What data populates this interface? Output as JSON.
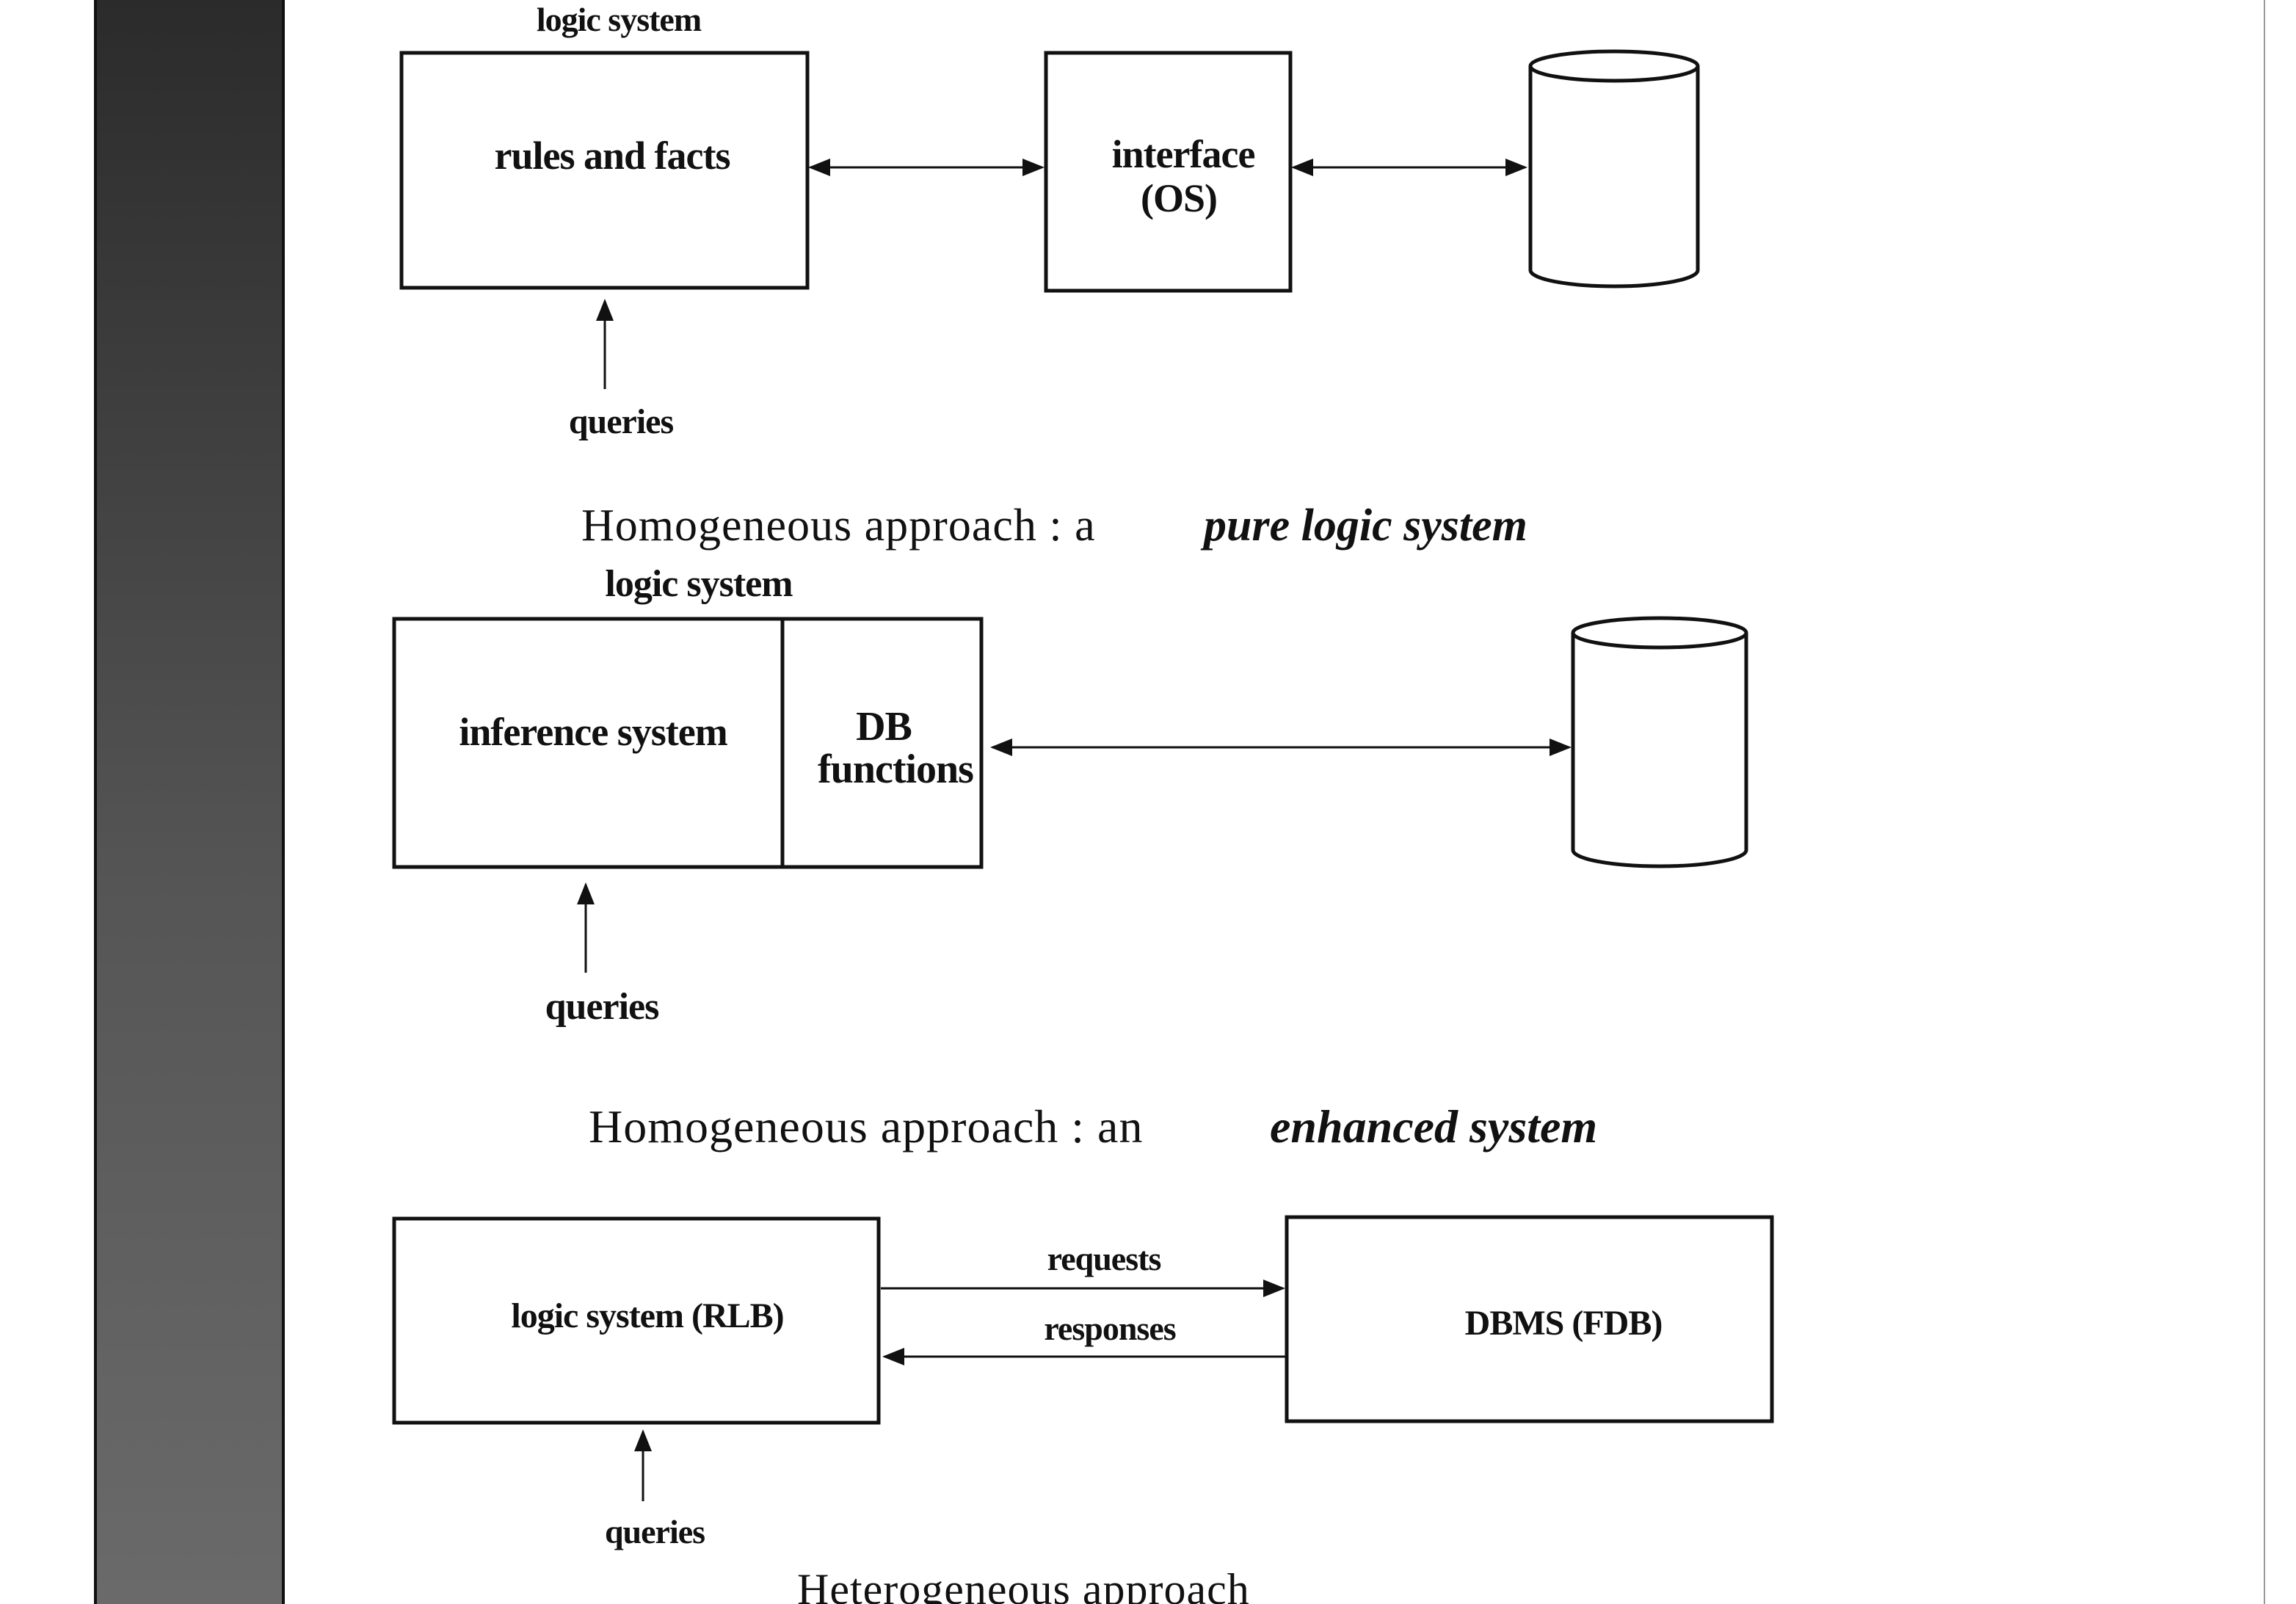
{
  "diagram1": {
    "container_label": "logic system",
    "rules_box": "rules and facts",
    "interface_line1": "interface",
    "interface_line2": "(OS)",
    "queries": "queries",
    "caption_prefix": "Homogeneous approach : a",
    "caption_emphasis": "pure logic system"
  },
  "diagram2": {
    "container_label": "logic system",
    "inference_box": "inference system",
    "db_line1": "DB",
    "db_line2": "functions",
    "queries": "queries",
    "caption_prefix": "Homogeneous approach : an",
    "caption_emphasis": "enhanced system"
  },
  "diagram3": {
    "logic_box": "logic system (RLB)",
    "dbms_box": "DBMS (FDB)",
    "requests": "requests",
    "responses": "responses",
    "queries": "queries",
    "caption": "Heterogeneous approach"
  },
  "colors": {
    "sidebar_top": "#2b2b2b",
    "sidebar_bottom": "#6a6a6a",
    "ink": "#111111"
  }
}
